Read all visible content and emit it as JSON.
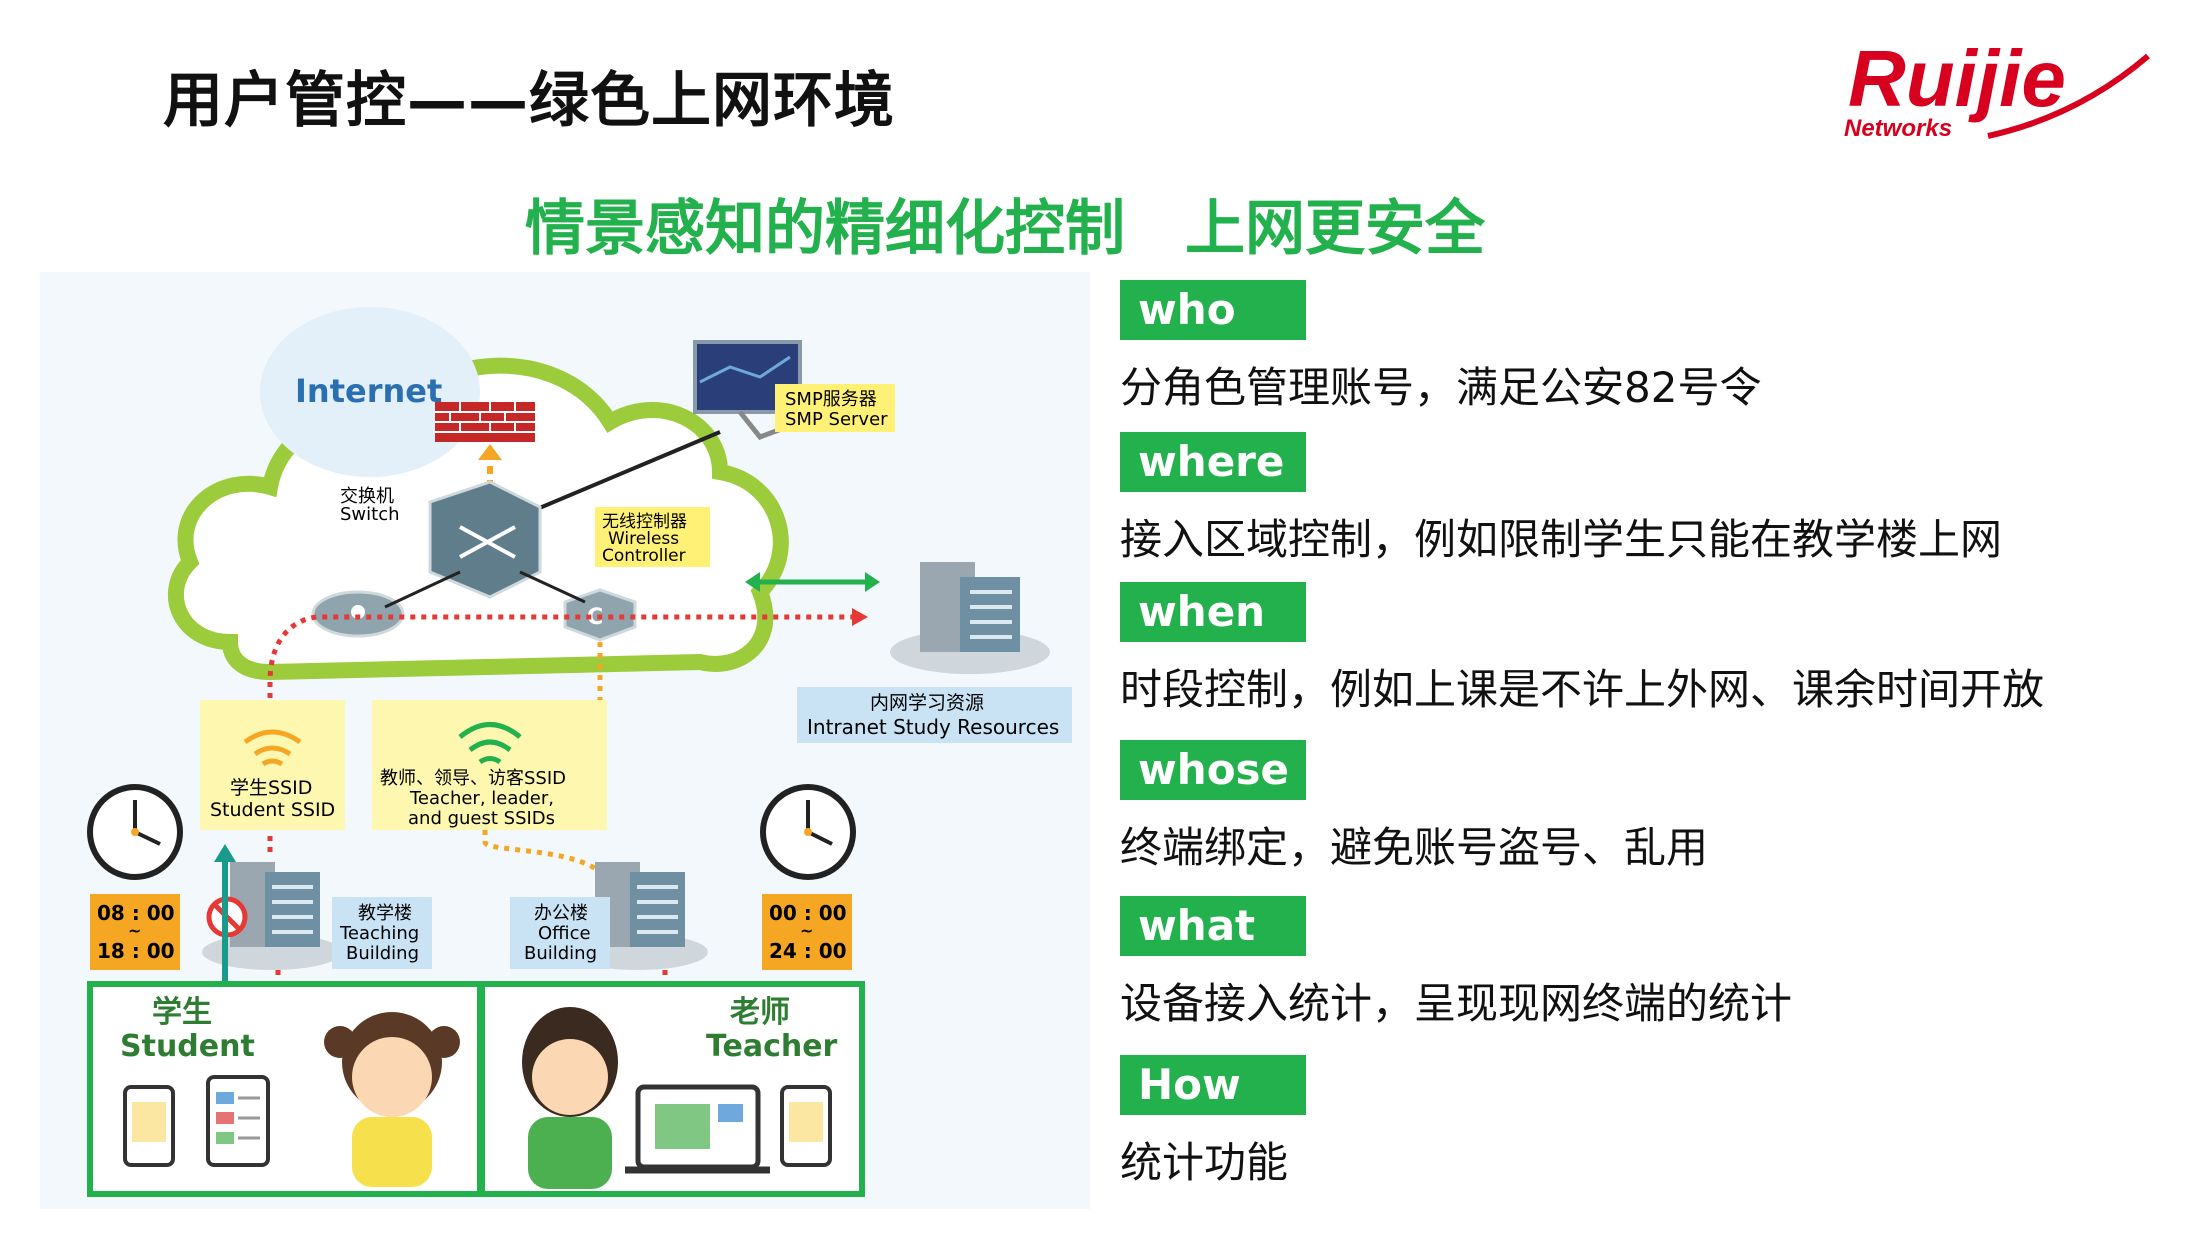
{
  "slide": {
    "title": "用户管控——绿色上网环境",
    "subtitle_part1": "情景感知的精细化控制",
    "subtitle_part2": "上网更安全",
    "logo": {
      "brand": "Ruijie",
      "tagline": "Networks",
      "color": "#d7001e"
    }
  },
  "diagram": {
    "internet": "Internet",
    "smp_cn": "SMP服务器",
    "smp_en": "SMP Server",
    "switch_cn": "交换机",
    "switch_en": "Switch",
    "wlc_cn": "无线控制器",
    "wlc_en1": "Wireless",
    "wlc_en2": "Controller",
    "intranet_cn": "内网学习资源",
    "intranet_en": "Intranet Study Resources",
    "student_ssid_cn": "学生SSID",
    "student_ssid_en": "Student SSID",
    "teacher_ssid_cn": "教师、领导、访客SSID",
    "teacher_ssid_en1": "Teacher, leader,",
    "teacher_ssid_en2": "and guest SSIDs",
    "teaching_cn": "教学楼",
    "teaching_en1": "Teaching",
    "teaching_en2": "Building",
    "office_cn": "办公楼",
    "office_en1": "Office",
    "office_en2": "Building",
    "time_left_start": "08 : 00",
    "time_left_end": "18 : 00",
    "time_right_start": "00 : 00",
    "time_right_end": "24 : 00",
    "tilde": "~",
    "student_cn": "学生",
    "student_en": "Student",
    "teacher_cn": "老师",
    "teacher_en": "Teacher",
    "colors": {
      "green": "#22b14c",
      "cloud_border": "#9ccb3b",
      "yellow_box": "#fdf7b0",
      "blue_label": "#c9e3f5",
      "red_dotted": "#e53935",
      "orange_dotted": "#f5a623"
    }
  },
  "items": [
    {
      "tag": "who",
      "desc": "分角色管理账号，满足公安82号令"
    },
    {
      "tag": "where",
      "desc": "接入区域控制，例如限制学生只能在教学楼上网"
    },
    {
      "tag": "when",
      "desc": "时段控制，例如上课是不许上外网、课余时间开放"
    },
    {
      "tag": "whose",
      "desc": "终端绑定，避免账号盗号、乱用"
    },
    {
      "tag": "what",
      "desc": "设备接入统计，呈现现网终端的统计"
    },
    {
      "tag": "How",
      "desc": "统计功能"
    }
  ]
}
